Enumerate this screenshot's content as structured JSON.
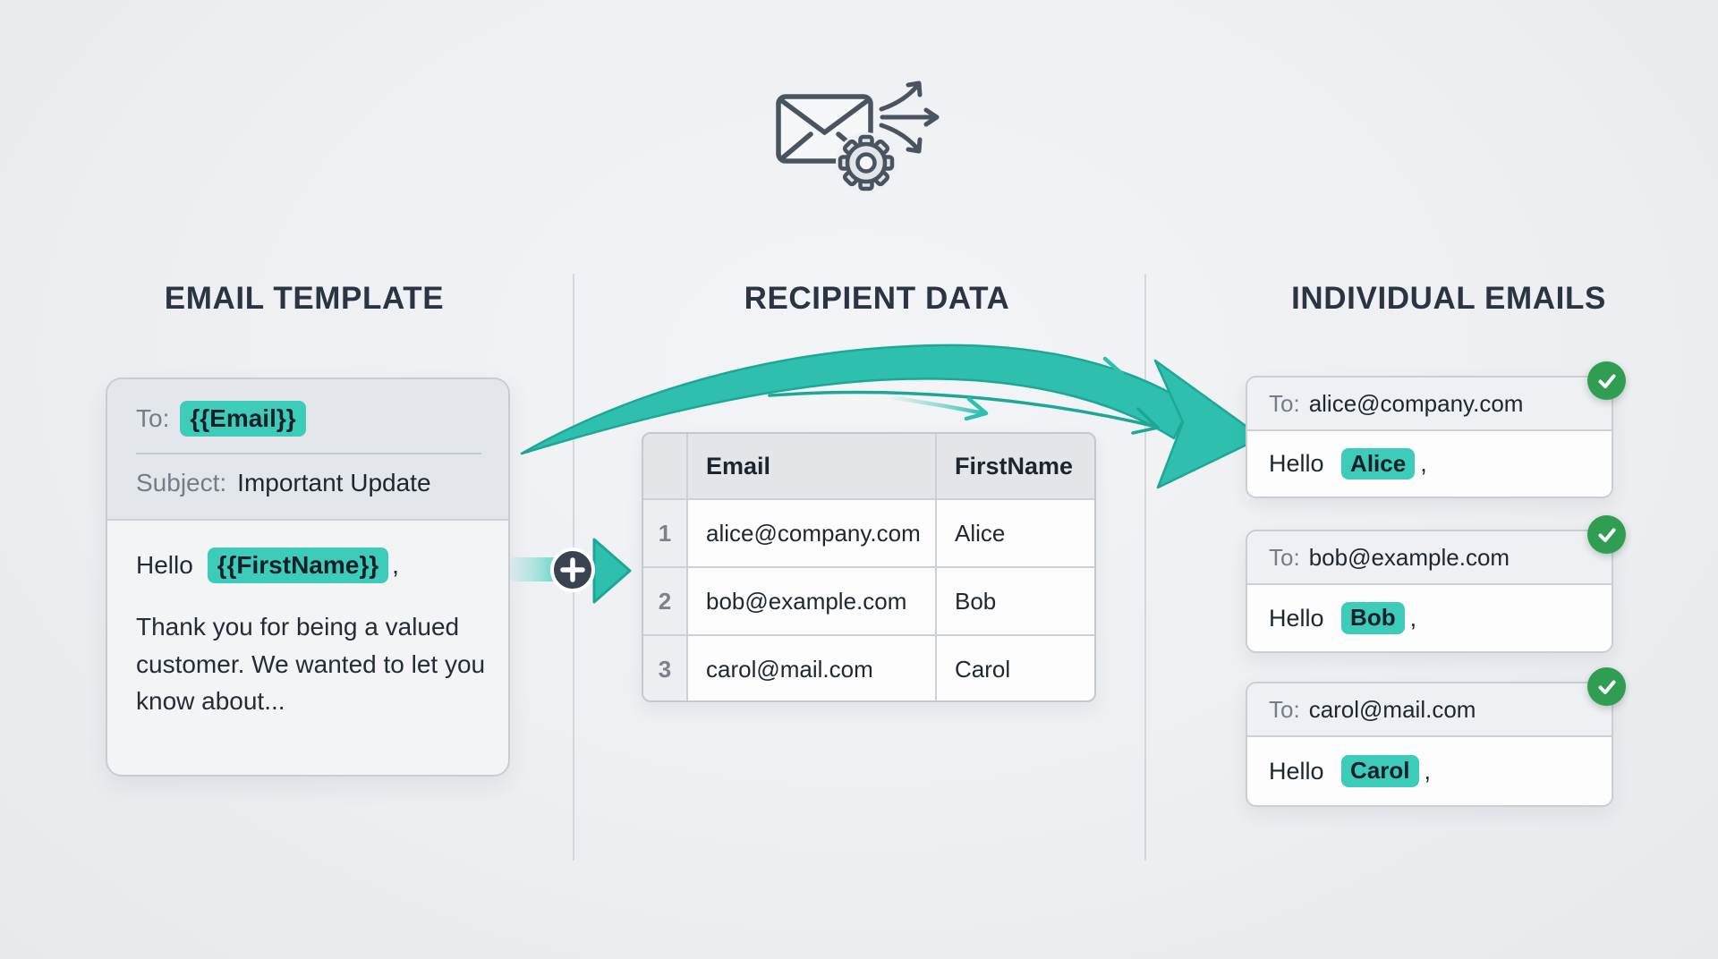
{
  "diagram_title": "mail-merge-flow",
  "top_icon": {
    "name": "envelope-gear-send-icon"
  },
  "columns": {
    "template": {
      "heading": "EMAIL TEMPLATE",
      "card": {
        "to_label": "To:",
        "to_variable": "{{Email}}",
        "subject_label": "Subject:",
        "subject_value": "Important Update",
        "greeting_prefix": "Hello",
        "greeting_variable": "{{FirstName}}",
        "greeting_suffix": ",",
        "body_text": "Thank you for being a valued customer. We wanted to let you know about..."
      }
    },
    "recipients": {
      "heading": "RECIPIENT DATA",
      "table": {
        "headers": [
          "Email",
          "FirstName"
        ],
        "rows": [
          {
            "num": "1",
            "email": "alice@company.com",
            "first_name": "Alice"
          },
          {
            "num": "2",
            "email": "bob@example.com",
            "first_name": "Bob"
          },
          {
            "num": "3",
            "email": "carol@mail.com",
            "first_name": "Carol"
          }
        ]
      }
    },
    "individual": {
      "heading": "INDIVIDUAL EMAILS",
      "emails": [
        {
          "to_label": "To:",
          "to_value": "alice@company.com",
          "greeting_prefix": "Hello",
          "name": "Alice",
          "greeting_suffix": ","
        },
        {
          "to_label": "To:",
          "to_value": "bob@example.com",
          "greeting_prefix": "Hello",
          "name": "Bob",
          "greeting_suffix": ","
        },
        {
          "to_label": "To:",
          "to_value": "carol@mail.com",
          "greeting_prefix": "Hello",
          "name": "Carol",
          "greeting_suffix": ","
        }
      ]
    }
  },
  "colors": {
    "accent_teal": "#2fbfae",
    "accent_teal_dark": "#1ca796",
    "highlight_chip": "#3dcbba",
    "success_green": "#2f9e53",
    "heading_dark": "#2b3443",
    "icon_slate": "#4a5460"
  }
}
